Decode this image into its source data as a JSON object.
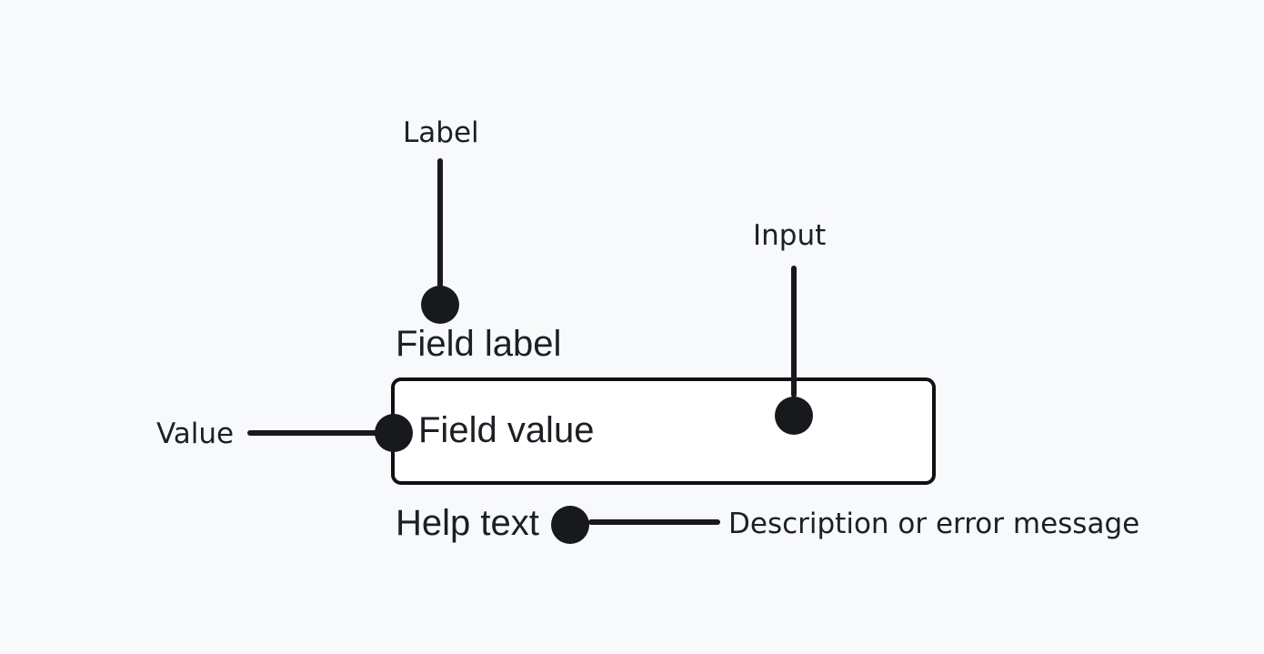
{
  "colors": {
    "background": "#f8f9fa",
    "ink": "#17191d",
    "text": "#1c1f24",
    "box_border": "#0e1013",
    "box_fill": "#ffffff"
  },
  "annotations": {
    "label": "Label",
    "input": "Input",
    "value": "Value",
    "help": "Description or error message"
  },
  "field": {
    "label": "Field label",
    "value": "Field value",
    "help_text": "Help text"
  }
}
